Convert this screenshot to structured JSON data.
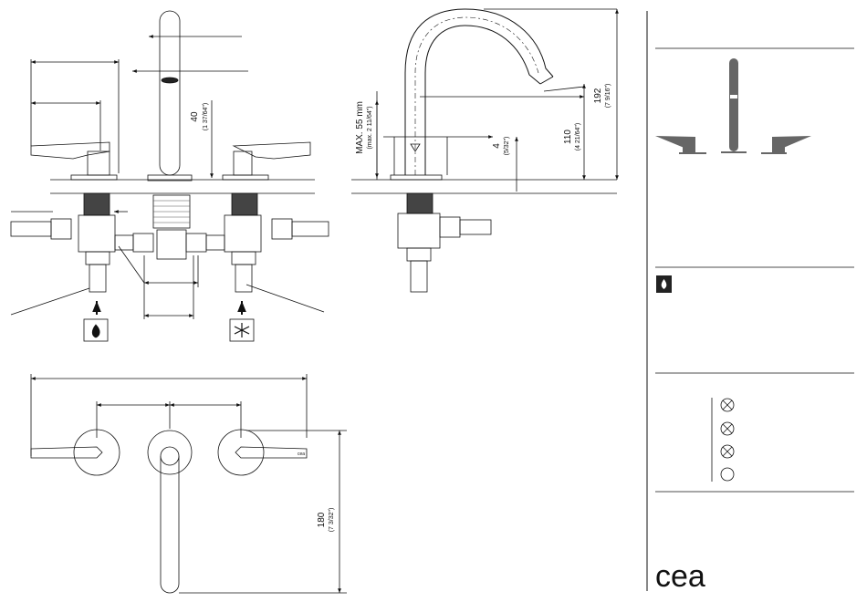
{
  "side_view": {
    "dim_max_main": "MAX. 55 mm",
    "dim_max_sub": "(max. 2 11/64\")",
    "dim_4_main": "4",
    "dim_4_sub": "(5/32\")",
    "dim_110_main": "110",
    "dim_110_sub": "(4 21/64\")",
    "dim_192_main": "192",
    "dim_192_sub": "(7 9/16\")"
  },
  "front_view": {
    "dim_40_main": "40",
    "dim_40_sub": "(1 37/64\")"
  },
  "top_view": {
    "dim_180_main": "180",
    "dim_180_sub": "(7 3/32\")",
    "spout_label": "cea"
  },
  "sidebar": {
    "brand": "cea",
    "icons": [
      "water-drop-icon",
      "flow-check-icon",
      "flow-check-icon",
      "flow-check-icon",
      "flow-empty-icon"
    ]
  },
  "colors": {
    "line": "#111111",
    "dark_fill": "#222222",
    "rule": "#666666"
  }
}
